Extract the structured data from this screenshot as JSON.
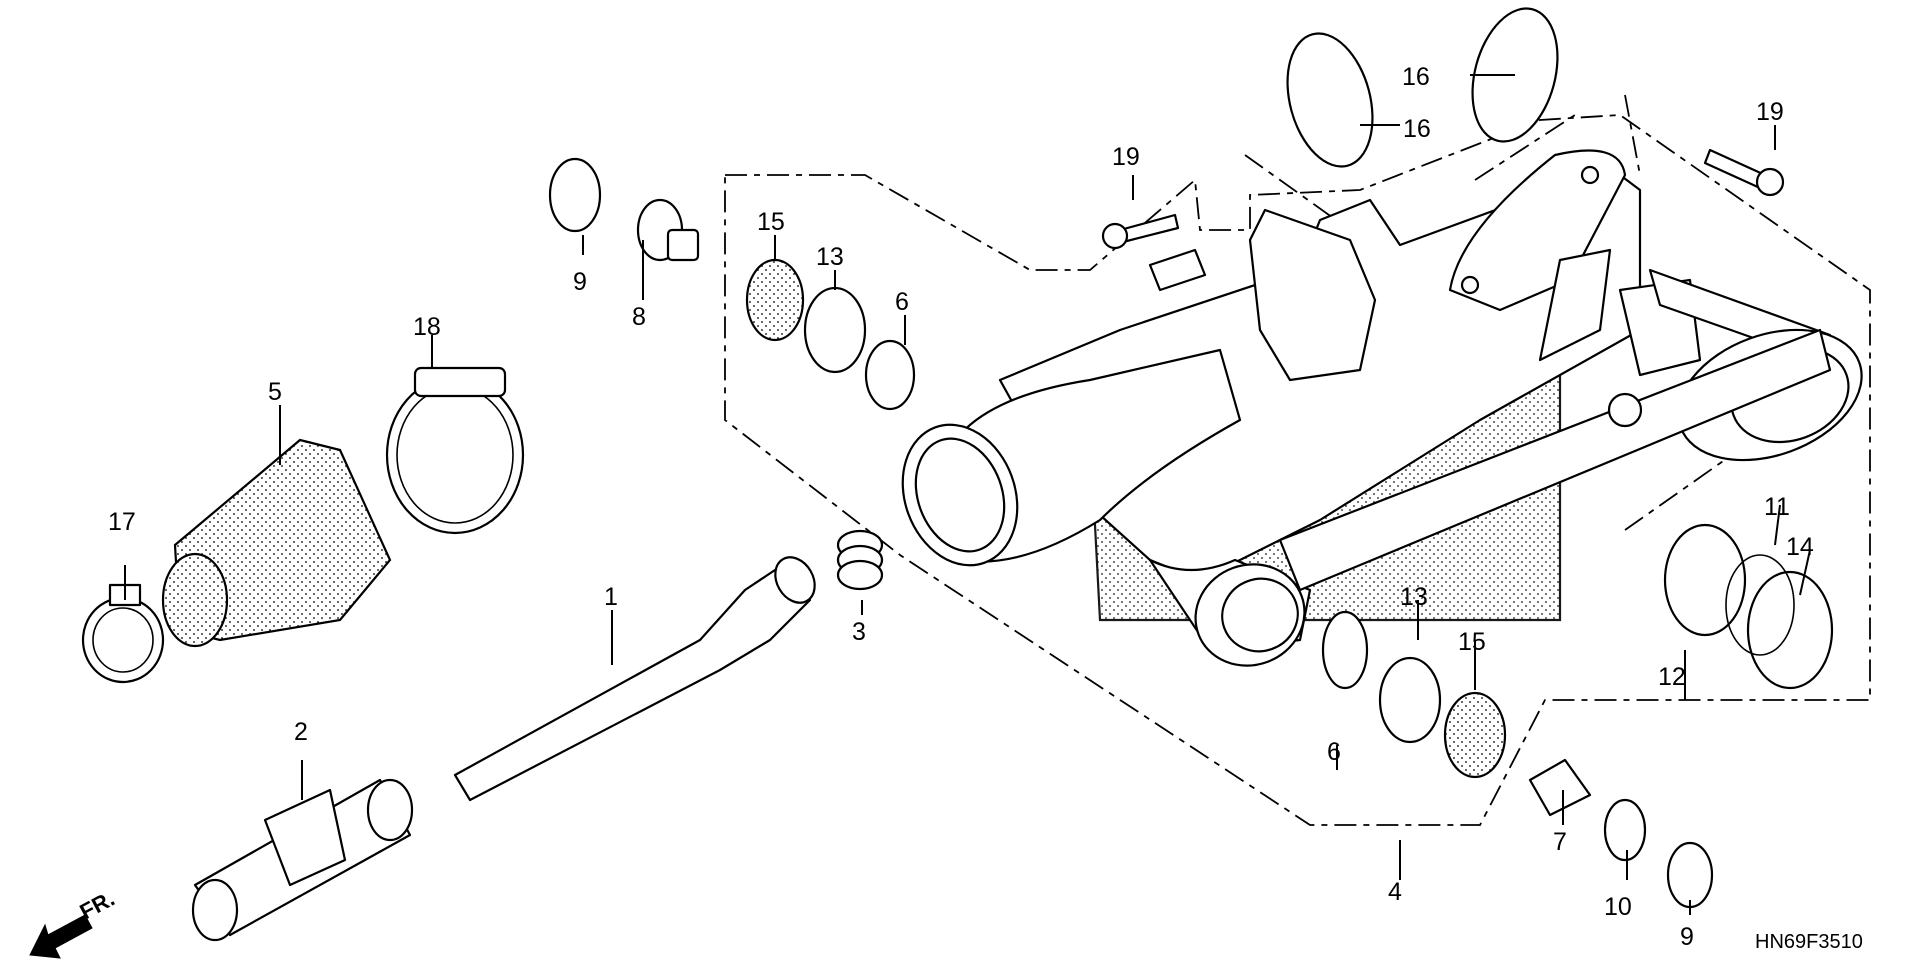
{
  "diagram_code": "HN69F3510",
  "front_marker": "FR.",
  "callouts": [
    "1",
    "2",
    "3",
    "4",
    "5",
    "6",
    "6",
    "7",
    "8",
    "9",
    "9",
    "10",
    "11",
    "12",
    "13",
    "13",
    "14",
    "15",
    "15",
    "16",
    "16",
    "17",
    "18",
    "19",
    "19"
  ]
}
